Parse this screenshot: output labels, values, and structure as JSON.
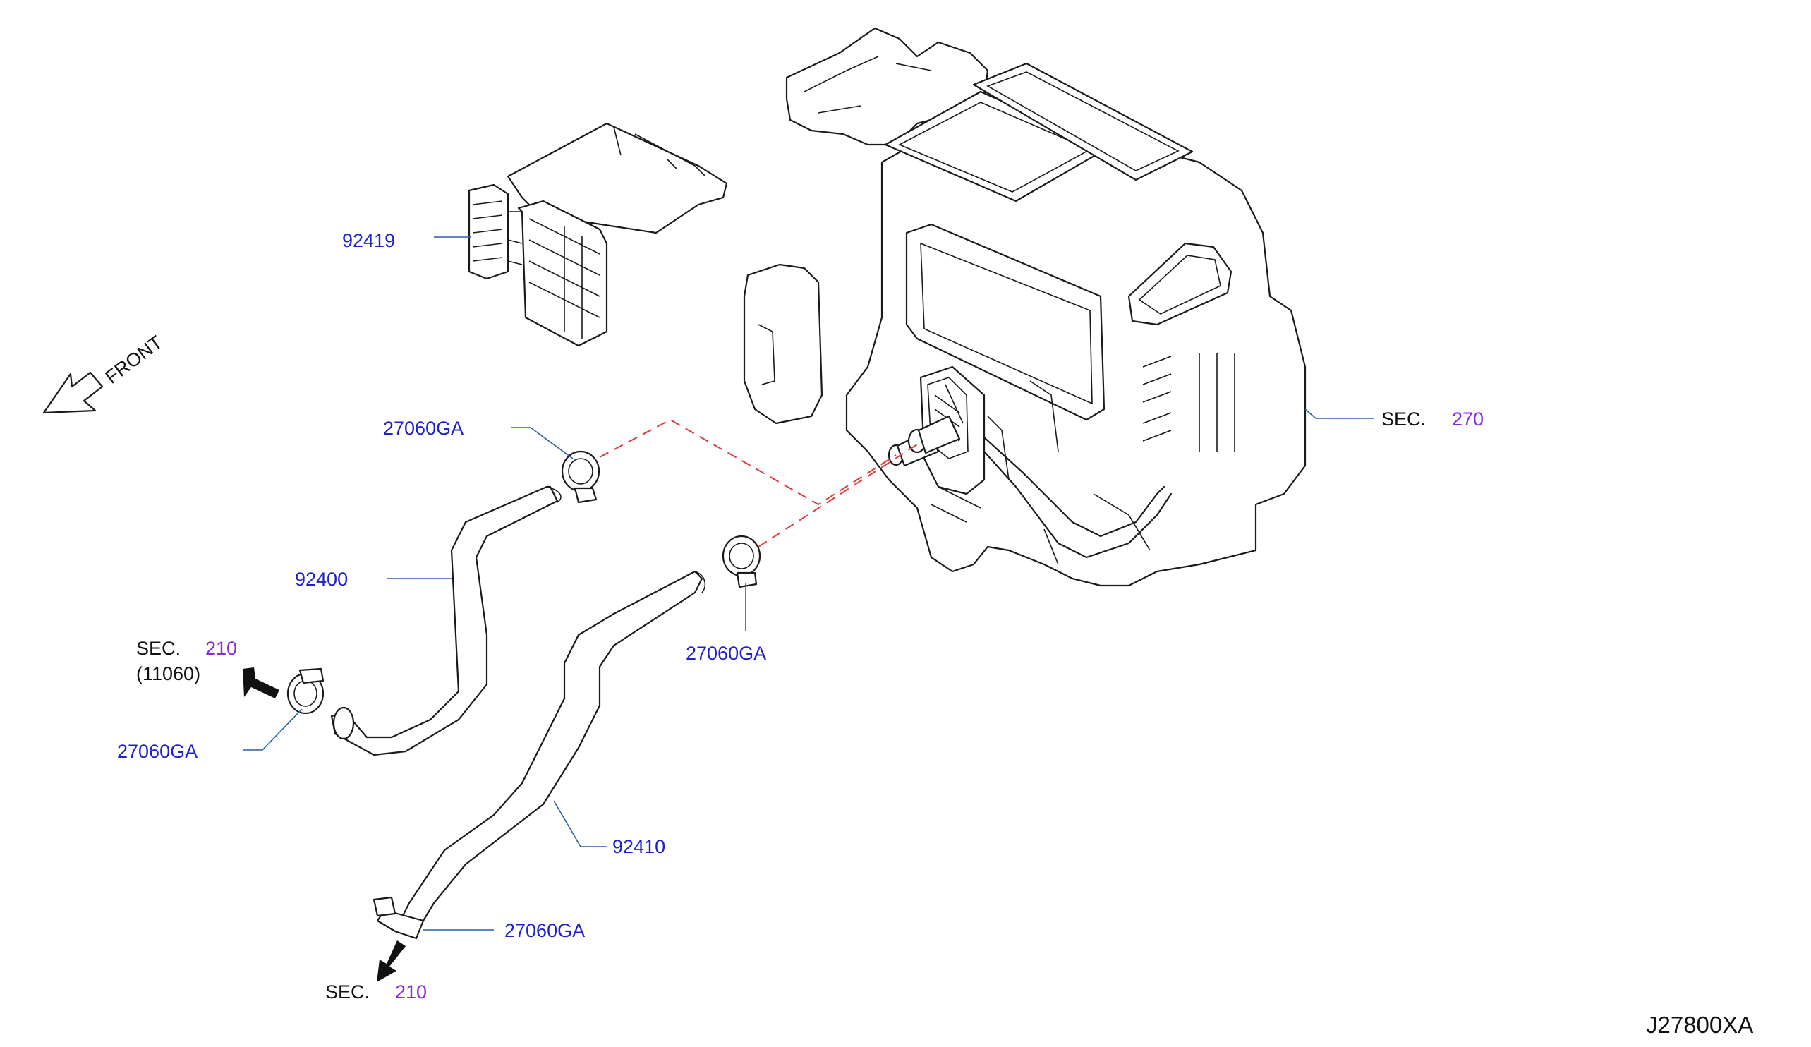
{
  "labels": {
    "p92419": "92419",
    "p27060ga_top": "27060GA",
    "p92400": "92400",
    "p27060ga_mid": "27060GA",
    "p27060ga_left": "27060GA",
    "p92410": "92410",
    "p27060ga_bottom": "27060GA",
    "front": "FRONT"
  },
  "section_refs": {
    "sec270": {
      "prefix": "SEC.",
      "number": "270"
    },
    "sec210_upper": {
      "prefix": "SEC.",
      "number": "210",
      "sub": "(11060)"
    },
    "sec210_lower": {
      "prefix": "SEC.",
      "number": "210"
    }
  },
  "diagram_code": "J27800XA",
  "colors": {
    "part_number": "#1f22c8",
    "section_number": "#8a2be2",
    "leader_line": "#2b5fa8",
    "dashed_guide": "#e03a3a"
  }
}
